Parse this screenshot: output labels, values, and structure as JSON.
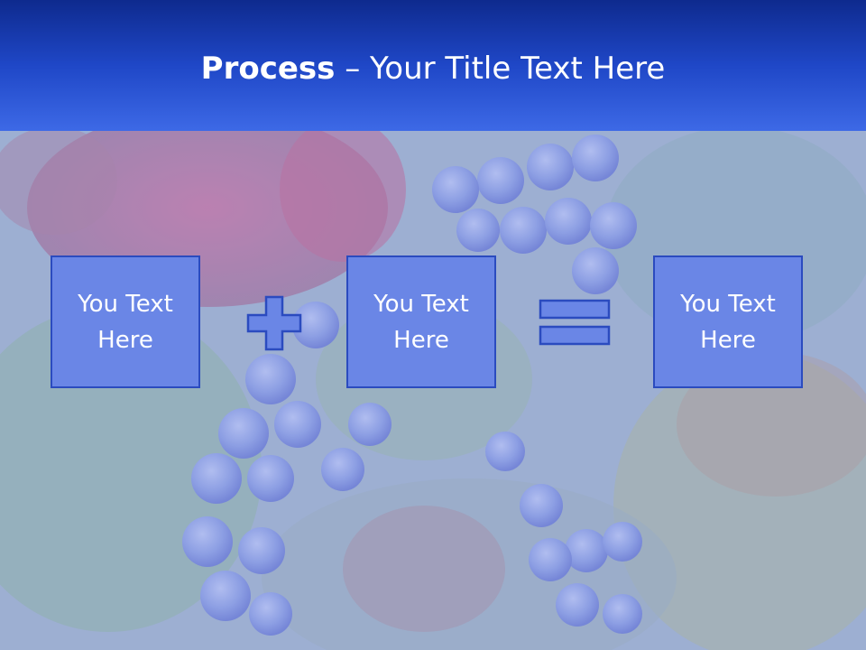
{
  "slide": {
    "title_strong": "Process",
    "title_dash": " – ",
    "title_rest": "Your Title Text Here",
    "boxes": [
      {
        "line1": "You Text",
        "line2": "Here"
      },
      {
        "line1": "You Text",
        "line2": "Here"
      },
      {
        "line1": "You Text",
        "line2": "Here"
      }
    ],
    "operators": [
      "plus-icon",
      "equals-icon"
    ]
  },
  "colors": {
    "header_top": "#0e2a8e",
    "header_bottom": "#3d69e6",
    "box_fill": "#6a86e6",
    "box_border": "#2b4bbf",
    "text": "#ffffff"
  }
}
